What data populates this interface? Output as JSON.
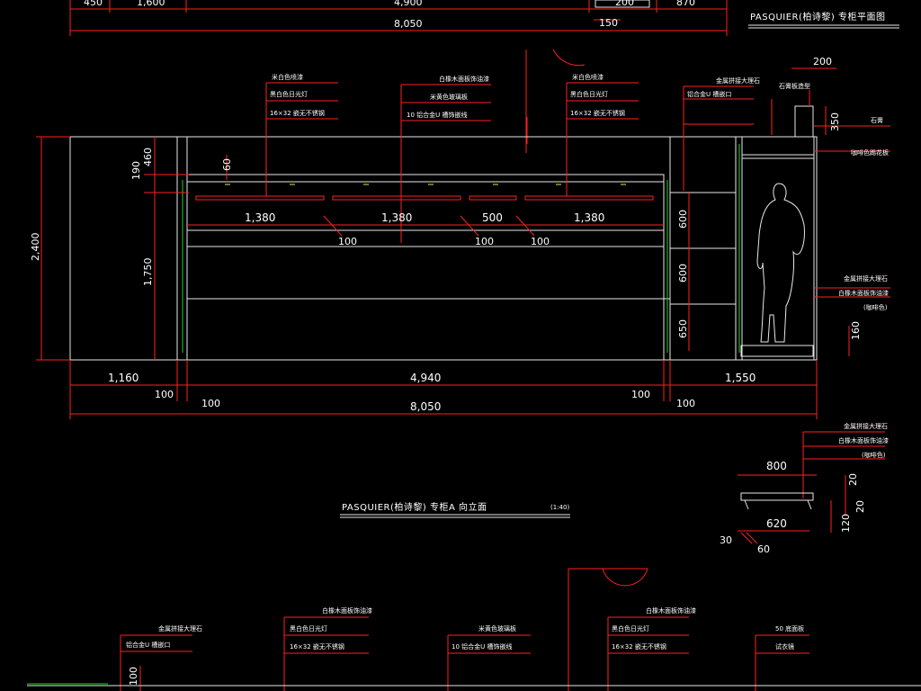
{
  "titles": {
    "plan_title": "PASQUIER(柏诗黎) 专柜平面图",
    "elevation_title": "PASQUIER(柏诗黎) 专柜A 向立面",
    "elevation_scale": "(1:40)"
  },
  "dims_top": {
    "d450": "450",
    "d1600": "1,600",
    "d4900": "4,900",
    "d870": "870",
    "d200": "200",
    "d150": "150",
    "total": "8,050"
  },
  "dims_elev": {
    "h2400": "2,400",
    "h190": "190",
    "h460": "460",
    "h60": "60",
    "h1750": "1,750",
    "w1380a": "1,380",
    "w1380b": "1,380",
    "w500": "500",
    "w1380c": "1,380",
    "w100a": "100",
    "w100b": "100",
    "w100c": "100",
    "v600a": "600",
    "v600b": "600",
    "v650": "650",
    "b1160": "1,160",
    "b4940": "4,940",
    "b1550": "1,550",
    "b100a": "100",
    "b100b": "100",
    "b100c": "100",
    "b100d": "100",
    "b8050": "8,050"
  },
  "dims_detail": {
    "d200": "200",
    "d350": "350",
    "d160": "160",
    "d800": "800",
    "d620": "620",
    "d30": "30",
    "d60": "60",
    "d120": "120",
    "d20a": "20",
    "d20b": "20"
  },
  "notes": {
    "n1_a": "米白色喷漆",
    "n1_b": "黑白色日光灯",
    "n1_c": "16×32 嵌无不锈钢",
    "n2_a": "白橡木面板饰油漆",
    "n2_b": "米黄色玻璃板",
    "n2_c": "10 铝合金U 槽饰嵌线",
    "n3_a": "米白色喷漆",
    "n3_b": "黑白色日光灯",
    "n3_c": "16×32 嵌无不锈钢",
    "n4_a": "金属拼接大理石",
    "n4_b": "铝合金U 槽嵌口",
    "n5": "石膏板造型",
    "n6": "石膏",
    "n7": "咖啡色踢花板",
    "n8_a": "金属拼接大理石",
    "n8_b": "白橡木面板饰油漆",
    "n8_c": "(咖啡色)",
    "n9_a": "金属拼接大理石",
    "n9_b": "白橡木面板饰油漆",
    "n9_c": "(咖啡色)",
    "b1_a": "金属拼接大理石",
    "b1_b": "铝合金U 槽嵌口",
    "b2_a": "白橡木面板饰油漆",
    "b2_b": "黑白色日光灯",
    "b2_c": "16×32 嵌无不锈钢",
    "b3_a": "米黄色玻璃板",
    "b3_b": "10 铝合金U 槽饰嵌线",
    "b4_a": "白橡木面板饰油漆",
    "b4_b": "黑白色日光灯",
    "b4_c": "16×32 嵌无不锈钢",
    "b5_a": "50 底面板",
    "b5_b": "试衣镜"
  },
  "colors": {
    "background": "#000000",
    "dimension": "#ff2020",
    "outline": "#e8e8e8",
    "light_strip": "#1fd21f"
  }
}
